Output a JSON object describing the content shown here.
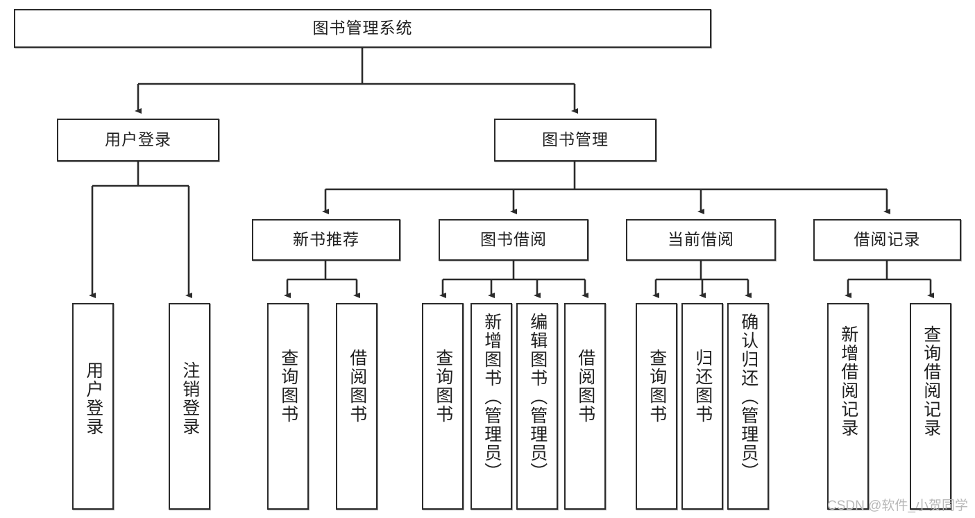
{
  "diagram": {
    "type": "tree-hierarchy",
    "root": {
      "id": "root",
      "label": "图书管理系统"
    },
    "level2": [
      {
        "id": "user-login",
        "label": "用户登录"
      },
      {
        "id": "book-manage",
        "label": "图书管理"
      }
    ],
    "level3": [
      {
        "id": "new-book-rec",
        "label": "新书推荐",
        "parent": "book-manage"
      },
      {
        "id": "book-borrow",
        "label": "图书借阅",
        "parent": "book-manage"
      },
      {
        "id": "current-borrow",
        "label": "当前借阅",
        "parent": "book-manage"
      },
      {
        "id": "borrow-record",
        "label": "借阅记录",
        "parent": "book-manage"
      }
    ],
    "leaves": [
      {
        "id": "leaf-user-login",
        "label": "用户登录",
        "parent": "user-login"
      },
      {
        "id": "leaf-logout-login",
        "label": "注销登录",
        "parent": "user-login"
      },
      {
        "id": "leaf-query-book-1",
        "label": "查询图书",
        "parent": "new-book-rec"
      },
      {
        "id": "leaf-borrow-book-1",
        "label": "借阅图书",
        "parent": "new-book-rec"
      },
      {
        "id": "leaf-query-book-2",
        "label": "查询图书",
        "parent": "book-borrow"
      },
      {
        "id": "leaf-add-book",
        "label": "新增图书（管理员）",
        "parent": "book-borrow"
      },
      {
        "id": "leaf-edit-book",
        "label": "编辑图书（管理员）",
        "parent": "book-borrow"
      },
      {
        "id": "leaf-borrow-book-2",
        "label": "借阅图书",
        "parent": "book-borrow"
      },
      {
        "id": "leaf-query-book-3",
        "label": "查询图书",
        "parent": "current-borrow"
      },
      {
        "id": "leaf-return-book",
        "label": "归还图书",
        "parent": "current-borrow"
      },
      {
        "id": "leaf-confirm-return",
        "label": "确认归还（管理员）",
        "parent": "current-borrow"
      },
      {
        "id": "leaf-add-record",
        "label": "新增借阅记录",
        "parent": "borrow-record"
      },
      {
        "id": "leaf-query-record",
        "label": "查询借阅记录",
        "parent": "borrow-record"
      }
    ],
    "colors": {
      "box_border": "#2b2b2b",
      "box_fill": "#ffffff",
      "connector": "#2b2b2b",
      "text": "#1f1f1f",
      "watermark": "#b8b8b8"
    }
  },
  "watermark": {
    "text": "CSDN @软件_小贺同学"
  }
}
